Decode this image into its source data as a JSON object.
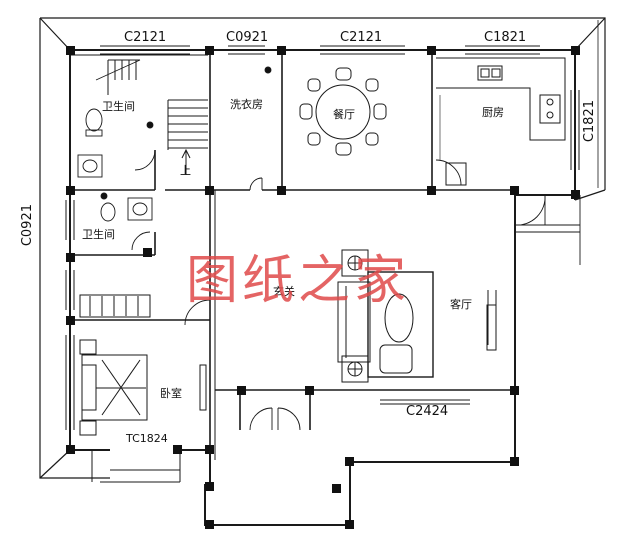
{
  "window_codes": {
    "top_left": "C2121",
    "top_laundry": "C0921",
    "top_dining": "C2121",
    "top_kitchen": "C1821",
    "right_kitchen": "C1821",
    "left_bath": "C0921",
    "living_bottom": "C2424",
    "bedroom_bottom": "TC1824"
  },
  "rooms": {
    "bath_upper": "卫生间",
    "bath_lower": "卫生间",
    "laundry": "洗衣房",
    "dining": "餐厅",
    "kitchen": "厨房",
    "entry": "玄关",
    "living": "客厅",
    "bedroom": "卧室",
    "stair_up": "上"
  },
  "watermark": "图纸之家",
  "colors": {
    "line": "#1a1a1a",
    "wall": "#111111",
    "watermark": "#e04a4a"
  }
}
